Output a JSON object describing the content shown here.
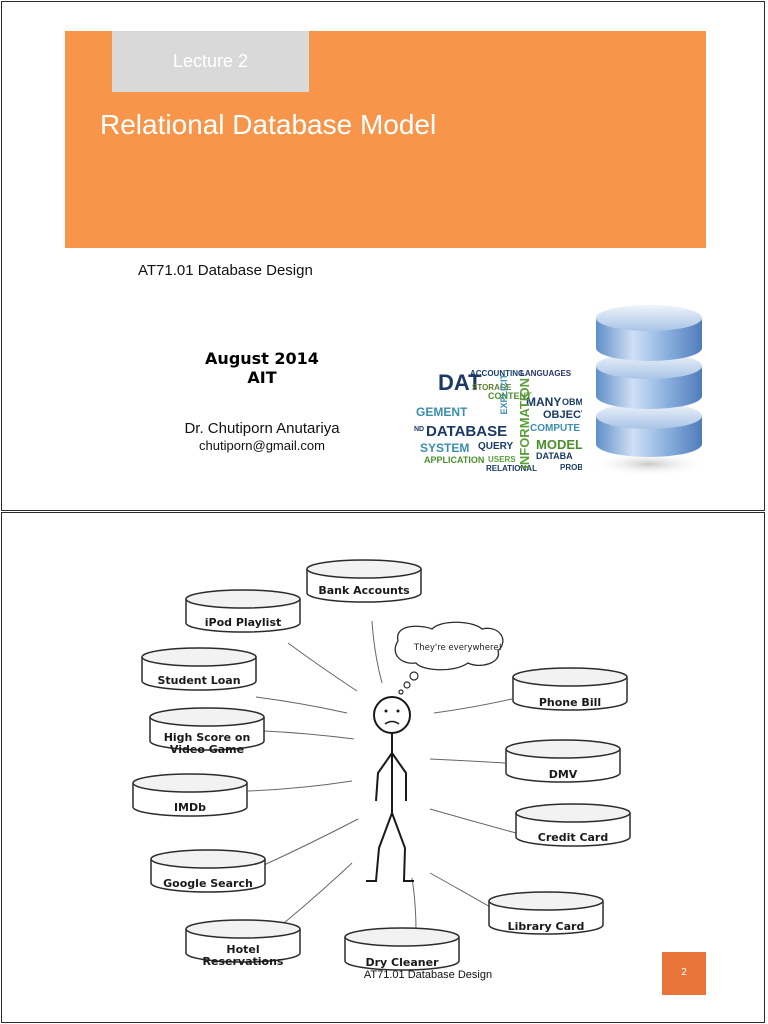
{
  "slide1": {
    "lecture": "Lecture 2",
    "title": "Relational Database Model",
    "course": "AT71.01 Database Design",
    "date": "August 2014",
    "organization": "AIT",
    "author": "Dr. Chutiporn Anutariya",
    "email": "chutiporn@gmail.com",
    "word_cloud": [
      "ACCOUNTING",
      "LANGUAGES",
      "DAT",
      "GEMENT",
      "STORAGE",
      "CONTENT",
      "MANY",
      "OBJECT",
      "DATABASE",
      "COMPUTE",
      "SYSTEM",
      "QUERY",
      "MODEL",
      "APPLICATION",
      "USERS",
      "DATABA",
      "RELATIONAL",
      "INFORMATION",
      "EXPLICIT",
      "ND",
      "OBM",
      "PROBL"
    ],
    "colors": {
      "banner": "#f7964a",
      "tab": "#d9d9d9"
    }
  },
  "slide2": {
    "thought": "They're everywhere!",
    "databases": [
      "Bank Accounts",
      "iPod Playlist",
      "Student Loan",
      "High Score on Video Game",
      "IMDb",
      "Google Search",
      "Hotel Reservations",
      "Dry Cleaner",
      "Phone Bill",
      "DMV",
      "Credit Card",
      "Library Card"
    ],
    "footer": "AT71.01 Database Design",
    "page_number": "2",
    "colors": {
      "page_box": "#e9743a"
    }
  }
}
